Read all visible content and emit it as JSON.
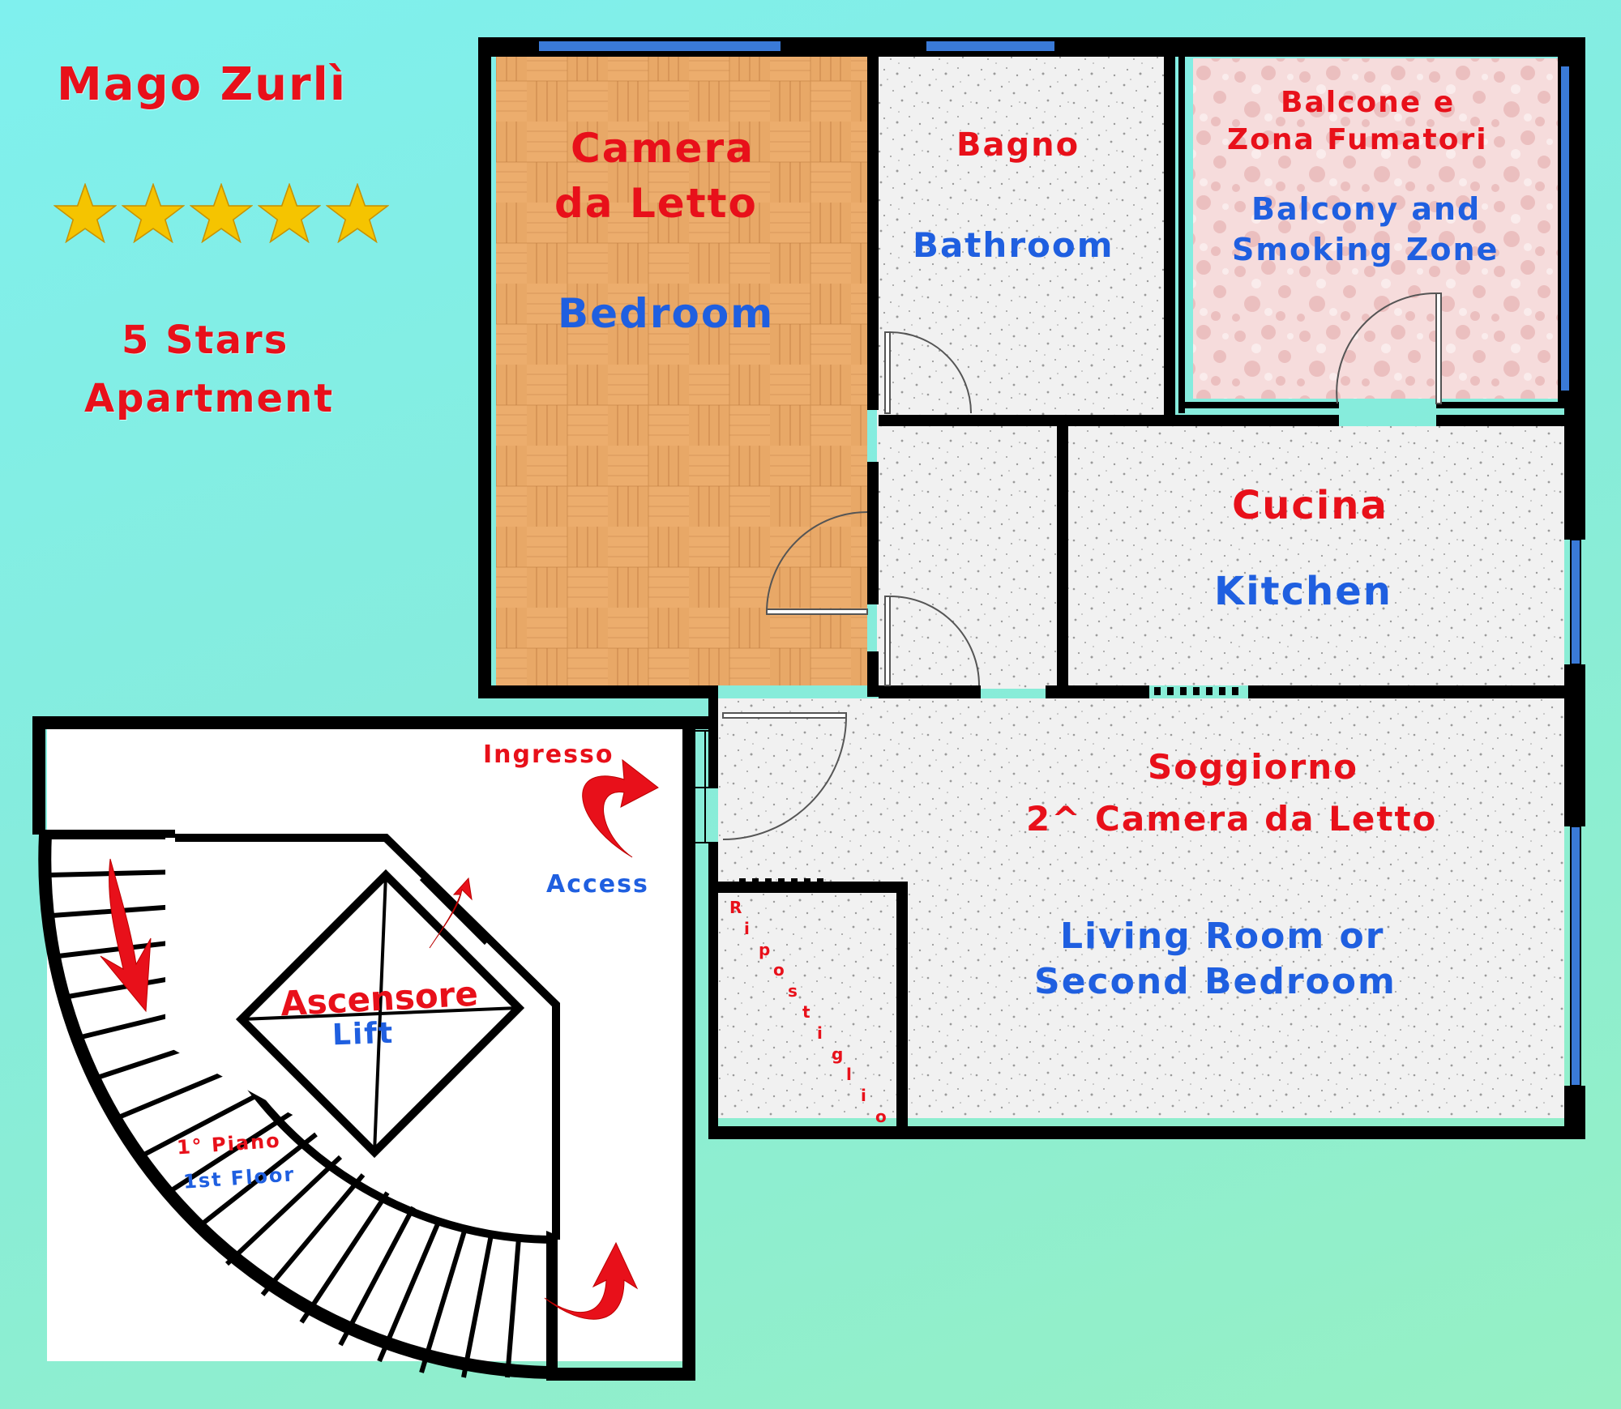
{
  "header": {
    "title": "Mago Zurlì",
    "rating_stars": 5,
    "subtitle_line1": "5 Stars",
    "subtitle_line2": "Apartment"
  },
  "rooms": {
    "bedroom": {
      "it_line1": "Camera",
      "it_line2": "da Letto",
      "en": "Bedroom"
    },
    "bathroom": {
      "it": "Bagno",
      "en": "Bathroom"
    },
    "balcony": {
      "it_line1": "Balcone e",
      "it_line2": "Zona Fumatori",
      "en_line1": "Balcony and",
      "en_line2": "Smoking Zone"
    },
    "kitchen": {
      "it": "Cucina",
      "en": "Kitchen"
    },
    "living": {
      "it_line1": "Soggiorno",
      "it_line2": "2^ Camera da Letto",
      "en_line1": "Living Room or",
      "en_line2": "Second Bedroom"
    },
    "storage": {
      "it": "Ripostiglio"
    }
  },
  "stairwell": {
    "entrance_it": "Ingresso",
    "entrance_en": "Access",
    "lift_it": "Ascensore",
    "lift_en": "Lift",
    "floor_it": "1° Piano",
    "floor_en": "1st Floor"
  },
  "colors": {
    "label_italian": "#e8101a",
    "label_english": "#1f5fe0",
    "wall": "#000000",
    "window": "#3a7ad8",
    "parquet": "#e8a867",
    "star": "#f5c400"
  }
}
